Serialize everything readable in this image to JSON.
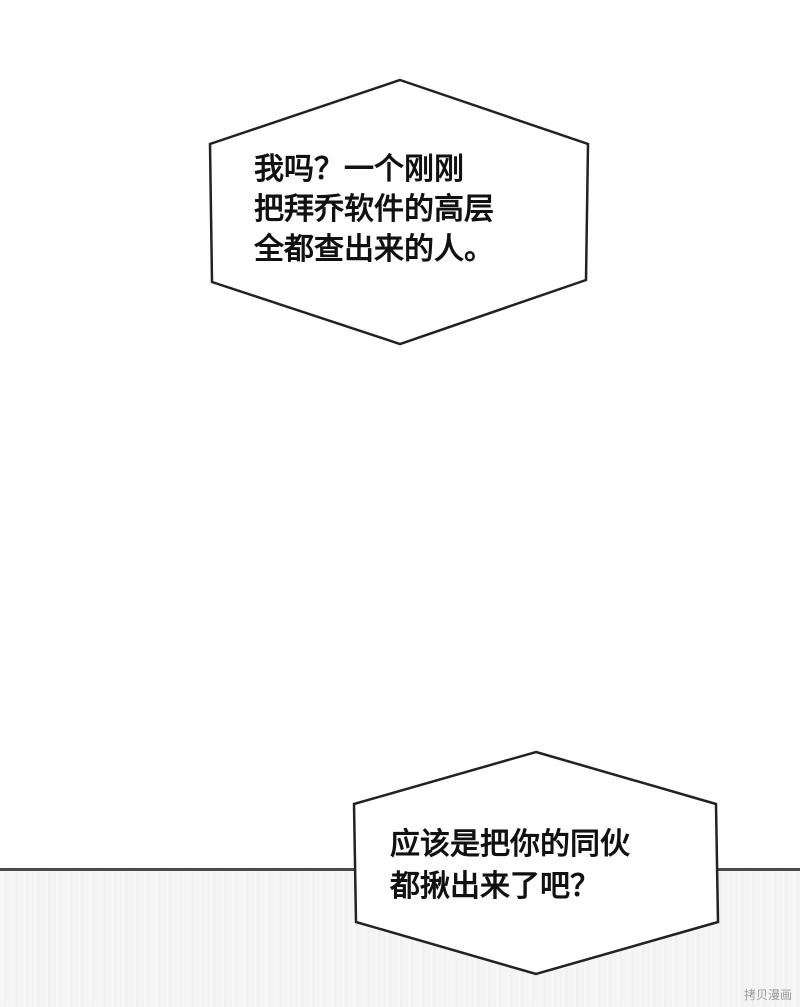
{
  "bubbles": [
    {
      "lines": [
        "我吗？一个刚刚",
        "把拜乔软件的高层",
        "全都查出来的人。"
      ]
    },
    {
      "lines": [
        "应该是把你的同伙",
        "都揪出来了吧？"
      ]
    }
  ],
  "watermark": "拷贝漫画",
  "colors": {
    "background": "#ffffff",
    "bubble_fill": "#ffffff",
    "bubble_stroke": "#222222",
    "text": "#111111",
    "panel_border": "#4a4a4a"
  }
}
